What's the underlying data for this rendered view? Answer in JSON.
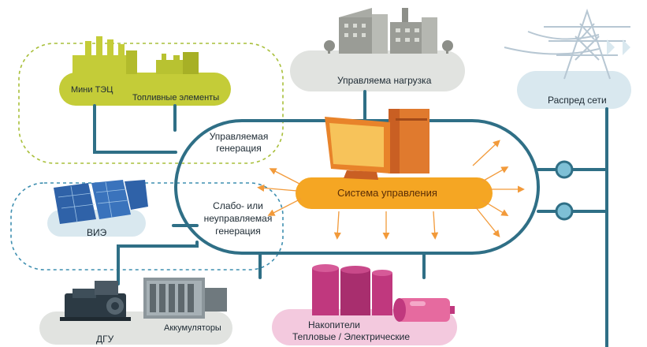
{
  "labels": {
    "mini_tec": "Мини ТЭЦ",
    "fuel_cells": "Топливные элементы",
    "managed_load": "Управляема нагрузка",
    "distribution": "Распред сети",
    "managed_gen_1": "Управляемая",
    "managed_gen_2": "генерация",
    "weak_gen_1": "Слабо- или",
    "weak_gen_2": "неуправляемая",
    "weak_gen_3": "генерация",
    "control_system": "Система управления",
    "renewables": "ВИЭ",
    "diesel": "ДГУ",
    "batteries": "Аккумуляторы",
    "storage_1": "Накопители",
    "storage_2": "Тепловые / Электрические"
  },
  "colors": {
    "bus": "#2f6f86",
    "orange": "#f29a3a",
    "yellow_green": "#c4cc38",
    "grey_panel": "#e1e3e0",
    "blue_panel": "#d9e8ef",
    "pink_panel": "#f3c9de",
    "magenta": "#c0387e"
  }
}
